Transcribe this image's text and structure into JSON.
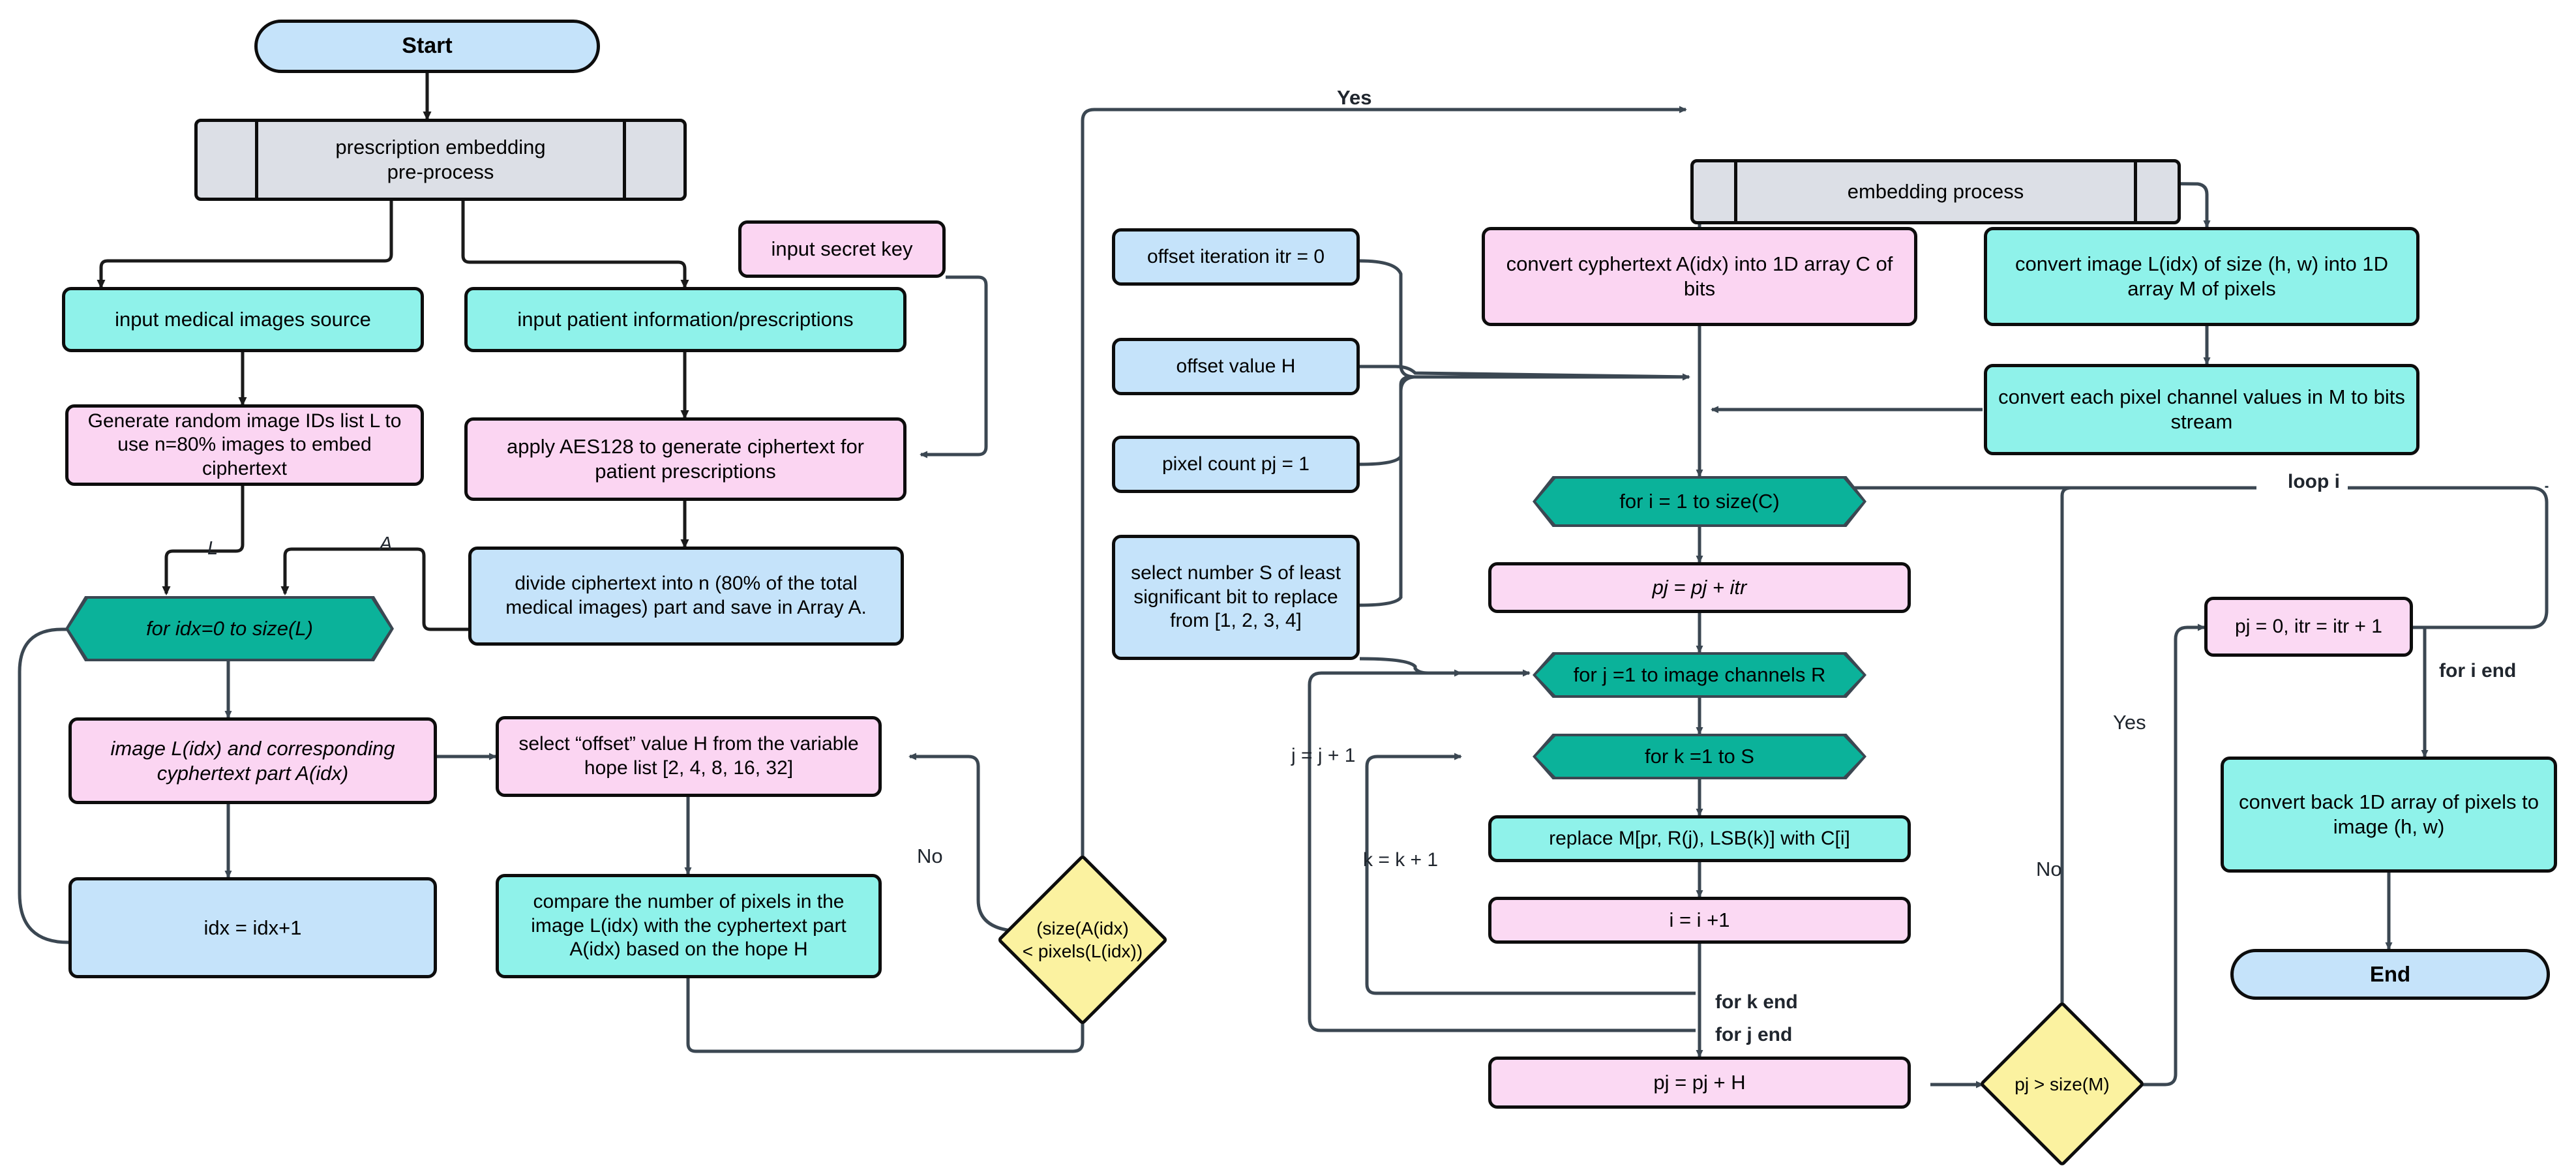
{
  "diagram": {
    "title": "prescription embedding and LSB steganography flowchart",
    "colors": {
      "terminator": "#c5e3fa",
      "process_blue": "#c5e3fa",
      "process_pink": "#fbd5f2",
      "process_cyan": "#8ff2ea",
      "subprocess_grey": "#dcdfe6",
      "loop_teal": "#0bb29a",
      "decision_yellow": "#fbf2a0",
      "edge": "#3b4752",
      "border": "#0d0d0d"
    }
  },
  "nodes": {
    "start": "Start",
    "pre_process": "prescription embedding\npre-process",
    "input_images": "input medical images source",
    "input_patient": "input patient information/prescriptions",
    "input_secret_key": "input secret key",
    "generate_ids": "Generate random image IDs list L to use n=80% images to embed ciphertext",
    "apply_aes": "apply AES128 to generate ciphertext for patient prescriptions",
    "divide_ciphertext": "divide ciphertext into n (80% of the total medical images) part and save in Array A.",
    "for_idx": "for idx=0 to size(L)",
    "image_and_part": "image L(idx) and corresponding cyphertext part A(idx)",
    "idx_incr": "idx = idx+1",
    "select_offset": "select “offset” value H from the variable hope list [2, 4, 8, 16, 32]",
    "compare_pixels": "compare the number of pixels in the image L(idx) with the cyphertext part A(idx) based on the hope H",
    "decision_size": "(size(A(idx)\n< pixels(L(idx))",
    "embedding_process": "embedding process",
    "offset_iteration": "offset iteration itr = 0",
    "offset_value": "offset value H",
    "pixel_count": "pixel count pj = 1",
    "select_S": "select number S of least significant bit to replace from [1, 2, 3, 4]",
    "convert_cyphertext": "convert cyphertext A(idx) into 1D array C of bits",
    "convert_image": "convert image L(idx) of size (h, w) into 1D array M of pixels",
    "convert_channels": "convert each pixel channel values in M to bits stream",
    "for_i": "for i = 1 to size(C)",
    "pj_plus_itr": "pj = pj + itr",
    "for_j": "for j =1 to image channels R",
    "for_k": "for k =1 to  S",
    "replace_m": "replace M[pr, R(j), LSB(k)] with C[i]",
    "i_incr": "i = i +1",
    "pj_plus_h": "pj = pj + H",
    "decision_pj": "pj > size(M)",
    "pj_reset": "pj = 0, itr = itr + 1",
    "convert_back": "convert back 1D array of pixels to image (h, w)",
    "end": "End"
  },
  "edge_labels": {
    "l_label": "L",
    "a_label": "A",
    "no_left": "No",
    "yes_top": "Yes",
    "loop_i": "loop i",
    "for_i_end": "for i end",
    "for_k_end": "for k end",
    "for_j_end": "for j end",
    "j_incr": "j = j + 1",
    "k_incr": "k = k + 1",
    "no_right": "No",
    "yes_right": "Yes"
  }
}
